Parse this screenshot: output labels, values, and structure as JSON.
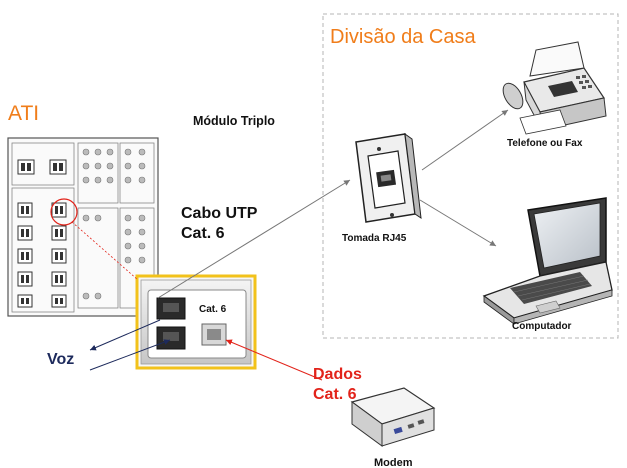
{
  "labels": {
    "ati": "ATI",
    "house_division": "Divisão da Casa",
    "triple_module": "Módulo Triplo",
    "utp_cable_line1": "Cabo UTP",
    "utp_cable_line2": "Cat. 6",
    "rj45_socket": "Tomada RJ45",
    "phone_fax": "Telefone ou Fax",
    "computer": "Computador",
    "voice": "Voz",
    "data_line1": "Dados",
    "data_line2": "Cat. 6",
    "module_cat6": "Cat. 6",
    "modem": "Modem"
  },
  "colors": {
    "orange_accent": "#f07d1a",
    "red_accent": "#e2231a",
    "navy_text": "#1d2a5c",
    "dashed_border": "#b5b5b5",
    "module_border": "#f2c21b"
  },
  "icons": [
    "fax-machine-icon",
    "laptop-icon",
    "rj45-wall-socket-icon",
    "modem-icon",
    "ati-panel-icon",
    "triple-module-icon"
  ]
}
